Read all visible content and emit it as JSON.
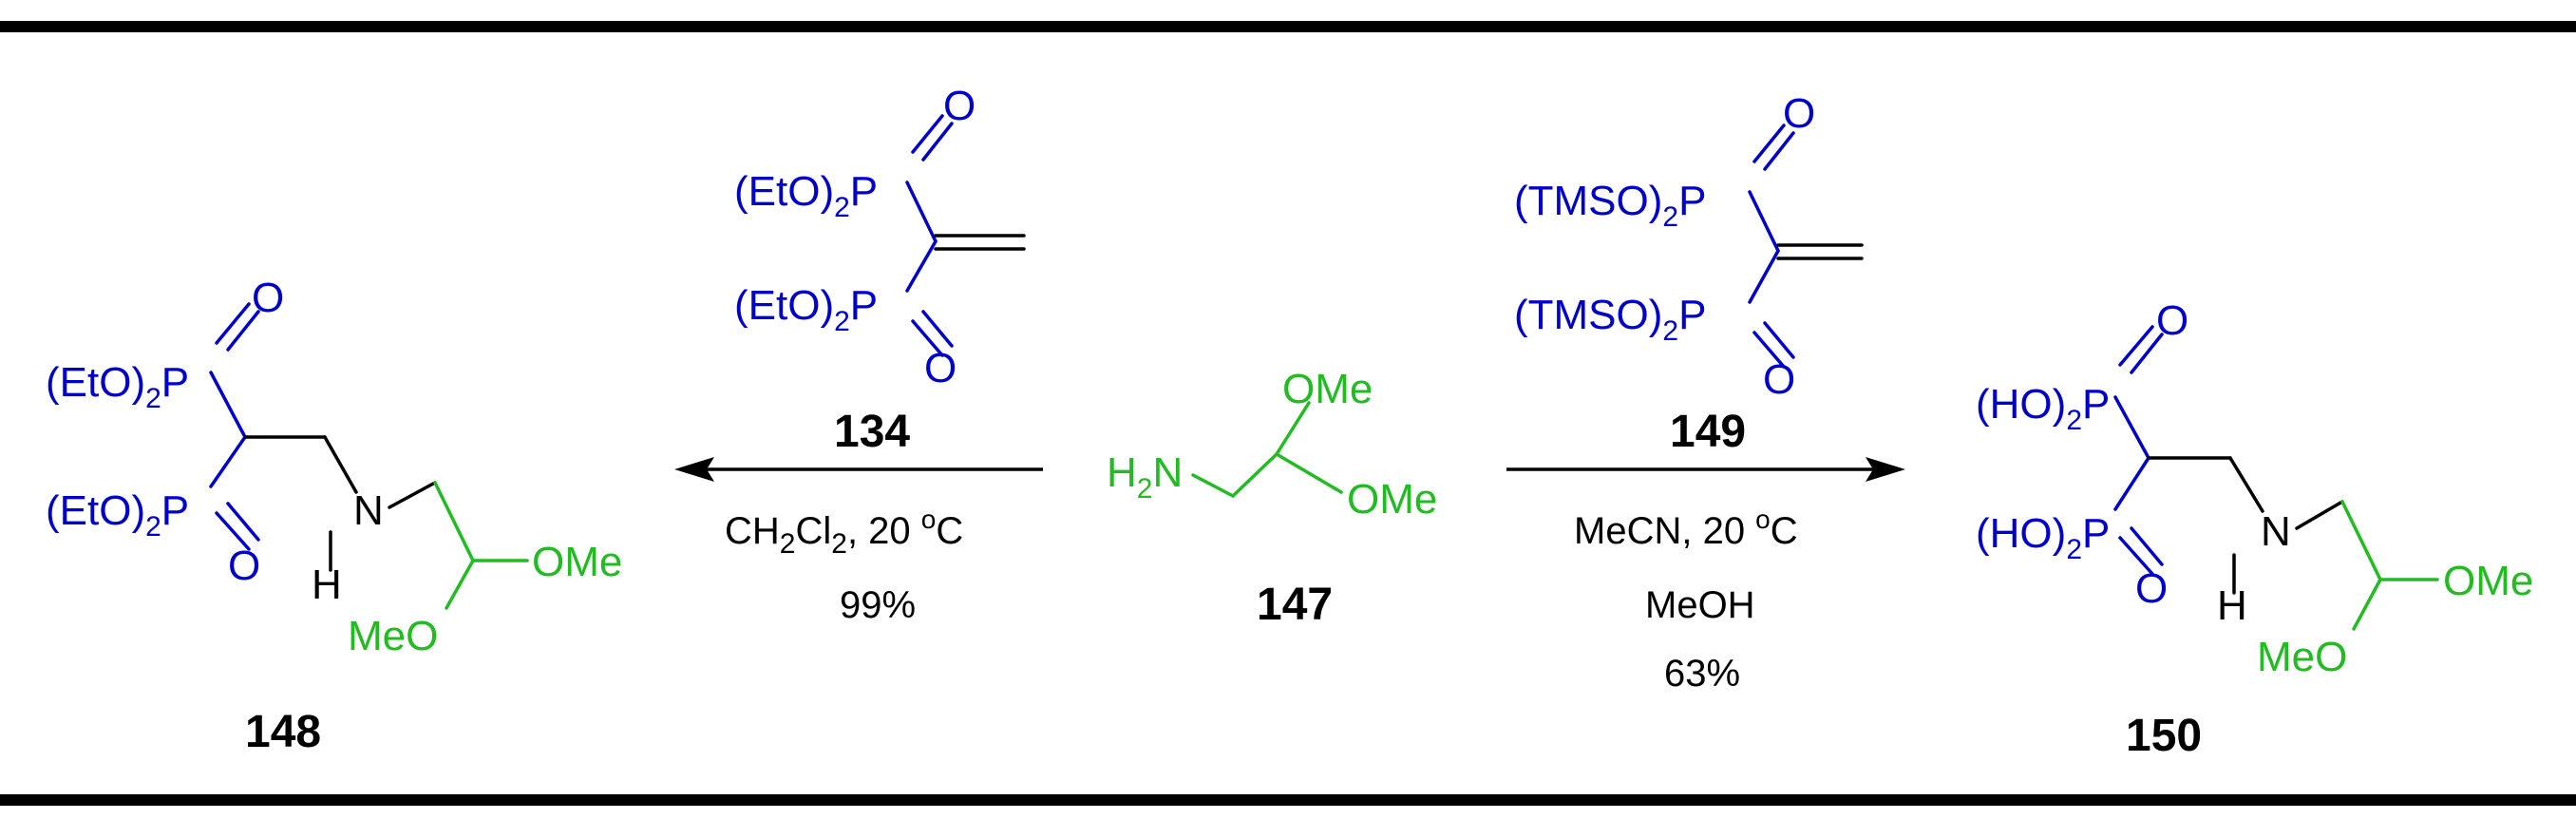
{
  "colors": {
    "phosphonate": "#0000cc",
    "amine": "#22bb22",
    "ink": "#000000"
  },
  "compounds": {
    "c148": {
      "number": "148",
      "ester_top": "(EtO)",
      "ester_bottom": "(EtO)",
      "sub2": "2",
      "p": "P",
      "o": "O",
      "n": "N",
      "h": "H",
      "ome": "OMe",
      "meo": "MeO"
    },
    "c134": {
      "number": "134",
      "ester_top": "(EtO)",
      "ester_bottom": "(EtO)",
      "sub2": "2",
      "p": "P",
      "o": "O"
    },
    "c147": {
      "number": "147",
      "h2n_h": "H",
      "h2n_sub": "2",
      "h2n_n": "N",
      "ome_top": "OMe",
      "ome_bottom": "OMe"
    },
    "c149": {
      "number": "149",
      "ester_top": "(TMSO)",
      "ester_bottom": "(TMSO)",
      "sub2": "2",
      "p": "P",
      "o": "O"
    },
    "c150": {
      "number": "150",
      "ester_top": "(HO)",
      "ester_bottom": "(HO)",
      "sub2": "2",
      "p": "P",
      "o": "O",
      "n": "N",
      "h": "H",
      "ome": "OMe",
      "meo": "MeO"
    }
  },
  "left_arrow": {
    "reagent": "134",
    "solvent_a": "CH",
    "solvent_sub_a": "2",
    "solvent_b": "Cl",
    "solvent_sub_b": "2",
    "solvent_temp": ", 20 ",
    "deg": "o",
    "unit": "C",
    "yield": "99%"
  },
  "right_arrow": {
    "reagent": "149",
    "solvent": "MeCN, 20 ",
    "deg": "o",
    "unit": "C",
    "step2": "MeOH",
    "yield": "63%"
  }
}
